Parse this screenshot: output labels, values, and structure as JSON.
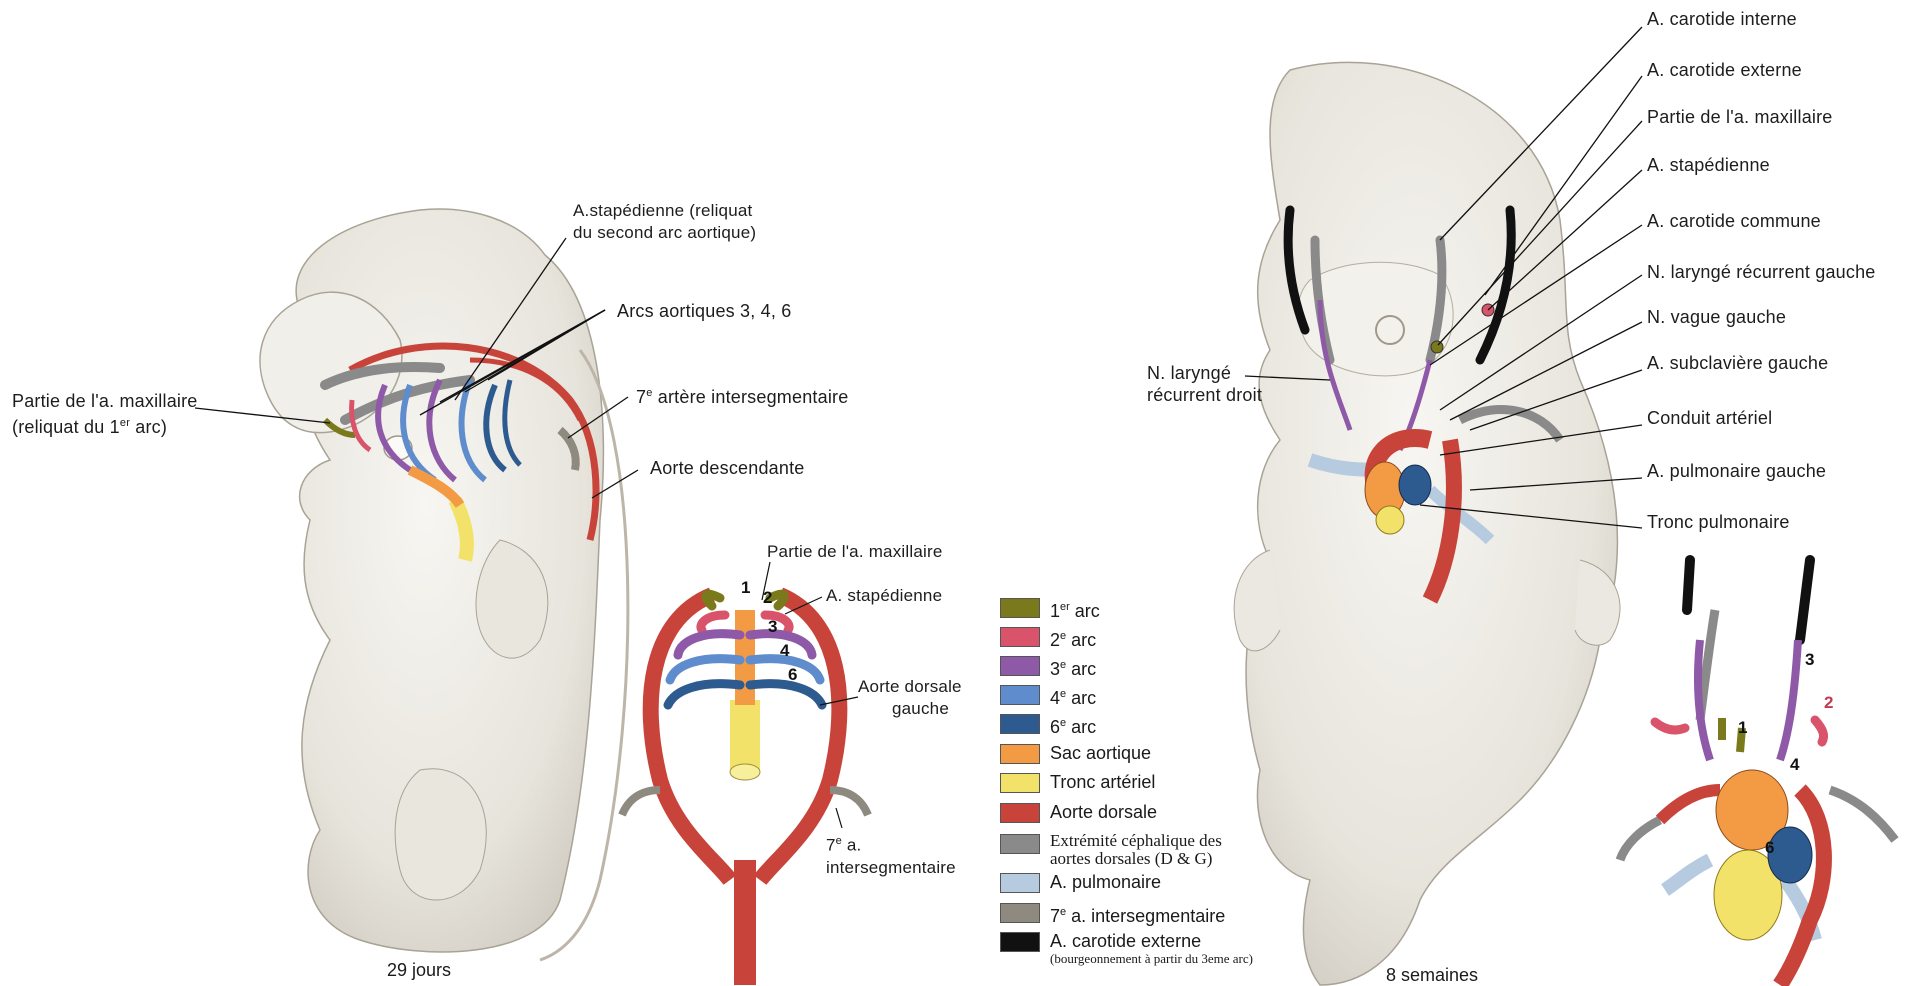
{
  "colors": {
    "arc1": "#7a7a1c",
    "arc2": "#d9546a",
    "arc3": "#8e5aa8",
    "arc4": "#5f8ccd",
    "arc6": "#2d5a8f",
    "aortic_sac": "#f29a44",
    "truncus": "#f3e26a",
    "dorsal_aorta": "#c8443a",
    "cephalic_ext": "#8a8a8a",
    "pulmonary": "#b7cbe0",
    "intersegmental7": "#8f8a80",
    "ext_carotid": "#111111",
    "embryo_fill": "#eeece6",
    "embryo_shade": "#cfcac0"
  },
  "left_figure": {
    "caption": "29 jours",
    "label_stapedial_l1": "A.stapédienne (reliquat",
    "label_stapedial_l2": "du second arc aortique)",
    "label_arcs": "Arcs aortiques 3, 4, 6",
    "label_maxillary_l1": "Partie de l'a. maxillaire",
    "label_maxillary_l2_pre": "(reliquat du 1",
    "label_maxillary_l2_sup": "er",
    "label_maxillary_l2_post": " arc)",
    "label_intersegmental_pre": "7",
    "label_intersegmental_sup": "e",
    "label_intersegmental_post": " artère intersegmentaire",
    "label_descending": "Aorte descendante"
  },
  "middle_schema": {
    "label_maxillary": "Partie de l'a. maxillaire",
    "label_stapedial": "A. stapédienne",
    "label_dorsal_l1": "Aorte dorsale",
    "label_dorsal_l2": "gauche",
    "label_7th_pre": "7",
    "label_7th_sup": "e",
    "label_7th_post": " a.",
    "label_7th_l2": "intersegmentaire",
    "num_1": "1",
    "num_2": "2",
    "num_3": "3",
    "num_4": "4",
    "num_6": "6"
  },
  "legend": [
    {
      "key": "arc1",
      "text": "1",
      "sup": "er",
      "post": " arc"
    },
    {
      "key": "arc2",
      "text": "2",
      "sup": "e",
      "post": " arc"
    },
    {
      "key": "arc3",
      "text": "3",
      "sup": "e",
      "post": " arc"
    },
    {
      "key": "arc4",
      "text": "4",
      "sup": "e",
      "post": " arc"
    },
    {
      "key": "arc6",
      "text": "6",
      "sup": "e",
      "post": " arc"
    },
    {
      "key": "aortic_sac",
      "text": "Sac aortique"
    },
    {
      "key": "truncus",
      "text": "Tronc artériel"
    },
    {
      "key": "dorsal_aorta",
      "text": "Aorte dorsale"
    },
    {
      "key": "cephalic_ext",
      "text": "Extrémité céphalique des",
      "line2": "aortes dorsales (D & G)"
    },
    {
      "key": "pulmonary",
      "text": "A. pulmonaire"
    },
    {
      "key": "intersegmental7",
      "text": "7",
      "sup": "e",
      "post": " a. intersegmentaire"
    },
    {
      "key": "ext_carotid",
      "text": "A. carotide externe",
      "line2": "(bourgeonnement à partir du 3eme arc)"
    }
  ],
  "right_figure": {
    "caption": "8 semaines",
    "labels": [
      "A. carotide interne",
      "A. carotide externe",
      "Partie de l'a. maxillaire",
      "A. stapédienne",
      "A. carotide commune",
      "N. laryngé récurrent gauche",
      "N. vague gauche",
      "A. subclavière gauche",
      "Conduit artériel",
      "A. pulmonaire gauche",
      "Tronc pulmonaire"
    ],
    "label_recurrent_right_l1": "N. laryngé",
    "label_recurrent_right_l2": "récurrent droit",
    "num_1": "1",
    "num_2": "2",
    "num_3": "3",
    "num_4": "4",
    "num_6": "6"
  }
}
